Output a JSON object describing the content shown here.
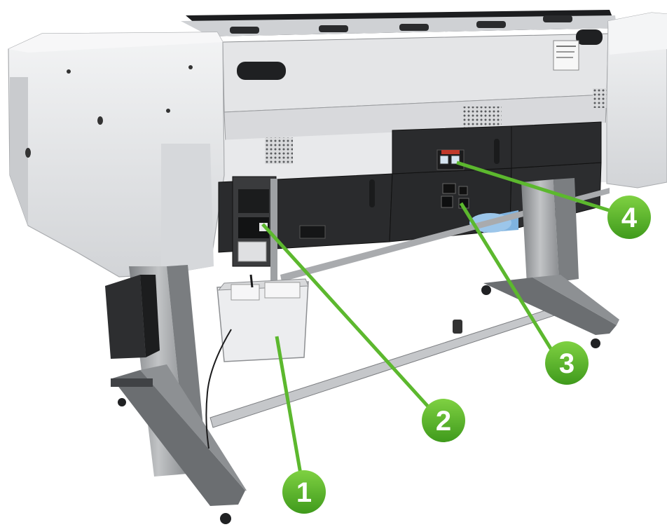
{
  "callouts": [
    {
      "label": "1",
      "part": "condensation-bottle",
      "color": "#5cb82e"
    },
    {
      "label": "2",
      "part": "maintenance-cartridge-slot",
      "color": "#5cb82e"
    },
    {
      "label": "3",
      "part": "power-switch-and-socket",
      "color": "#5cb82e"
    },
    {
      "label": "4",
      "part": "network-and-usb-ports",
      "color": "#5cb82e"
    }
  ],
  "colors": {
    "body_white": "#e9eaec",
    "body_shade": "#c9cbce",
    "panel_dark": "#2a2b2d",
    "leg_gray": "#9b9da0",
    "foot_dark": "#55585b",
    "roll_blue": "#7fb3e0",
    "callout_green": "#5cb82e"
  }
}
